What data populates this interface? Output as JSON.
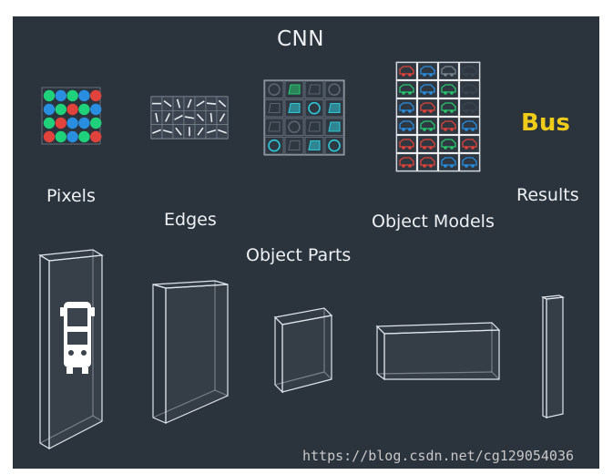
{
  "title": "CNN",
  "stages": {
    "pixels": "Pixels",
    "edges": "Edges",
    "object_parts": "Object Parts",
    "object_models": "Object Models",
    "results": "Results"
  },
  "result_word": "Bus",
  "watermark": "https://blog.csdn.net/cg129054036",
  "colors": {
    "background": "#2b333d",
    "text": "#eef1f4",
    "result_word": "#f0cc1a",
    "pixel_red": "#e0433b",
    "pixel_green": "#1fd17a",
    "pixel_blue": "#2a8ee0",
    "parts_cyan": "#2fc6d6",
    "parts_green": "#28c76f",
    "model_red": "#e0433b",
    "model_green": "#28c76f",
    "model_blue": "#2a8ee0"
  }
}
